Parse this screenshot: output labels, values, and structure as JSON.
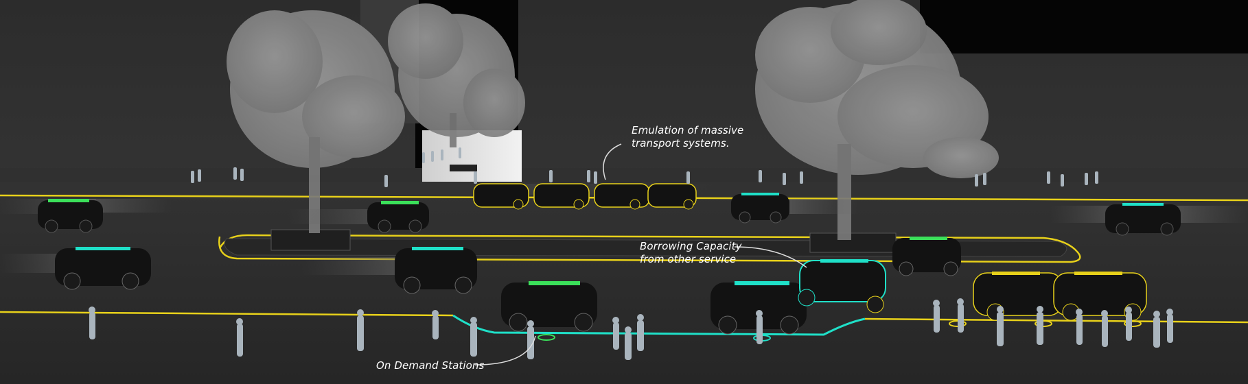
{
  "scene": {
    "annotations": {
      "emulation": {
        "line1": "Emulation of massive",
        "line2": "transport systems."
      },
      "borrowing": {
        "line1": "Borrowing Capacity",
        "line2": "from other service"
      },
      "on_demand": {
        "line1": "On Demand Stations"
      }
    },
    "colors": {
      "road": "#2b2b2b",
      "sky": "#262626",
      "route_yellow": "#e8d11a",
      "route_cyan": "#1fe0c8",
      "route_green": "#3be05a",
      "tree": "#8a8a8a",
      "pedestrian": "#a9b4bd"
    }
  }
}
